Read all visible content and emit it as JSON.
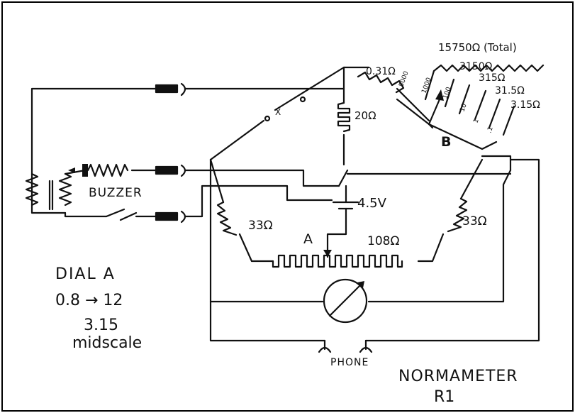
{
  "labels": {
    "buzzer": "BUZZER",
    "switch_x": "X",
    "r_20": "20Ω",
    "r_031": "0.31Ω",
    "r_33_left": "33Ω",
    "r_33_right": "33Ω",
    "r_108": "108Ω",
    "battery": "4.5V",
    "node_a": "A",
    "node_b": "B",
    "phone": "PHONE"
  },
  "dial_b": {
    "total": "15750Ω (Total)",
    "r1": "3150Ω",
    "r2": "315Ω",
    "r3": "31.5Ω",
    "r4": "3.15Ω",
    "positions": [
      "5000",
      "1000",
      "100",
      "10",
      "1",
      ".1"
    ]
  },
  "notes": {
    "line1": "DIAL A",
    "line2": "0.8 → 12",
    "line3": "3.15",
    "line4": "midscale"
  },
  "title": {
    "line1": "NORMAMETER",
    "line2": "R1"
  }
}
